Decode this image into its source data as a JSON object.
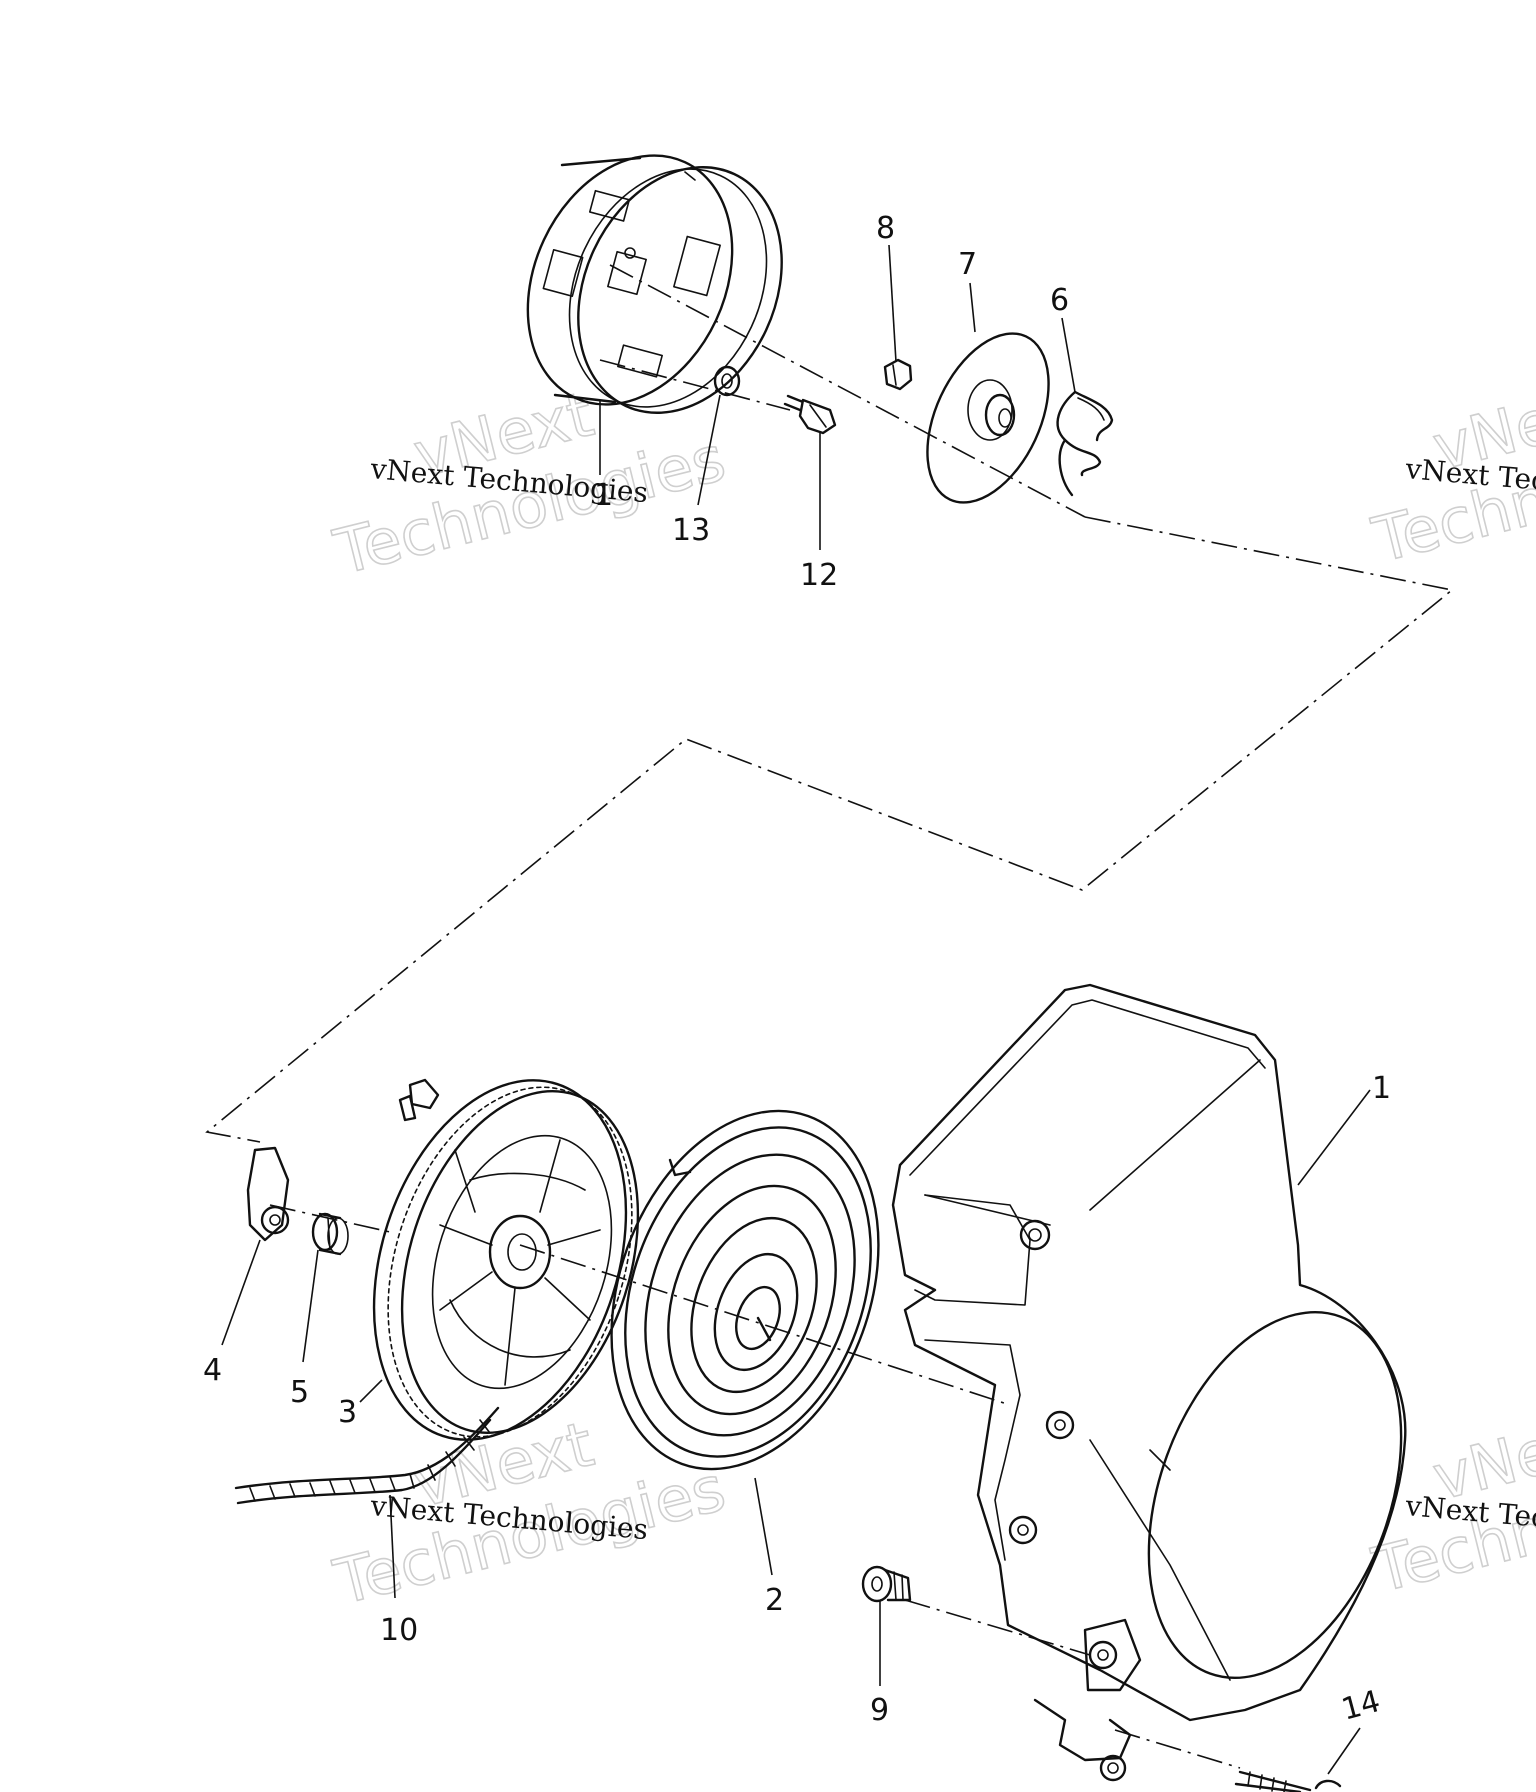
{
  "labels": {
    "p1_cover": "1",
    "p1_cup": "1",
    "p2": "2",
    "p3": "3",
    "p4": "4",
    "p5": "5",
    "p6": "6",
    "p7": "7",
    "p8": "8",
    "p9": "9",
    "p10": "10",
    "p12": "12",
    "p13": "13",
    "p14": "14"
  },
  "watermark": {
    "small_text": "vNext Technologies",
    "line1": "vNext",
    "line2": "Technologies"
  }
}
